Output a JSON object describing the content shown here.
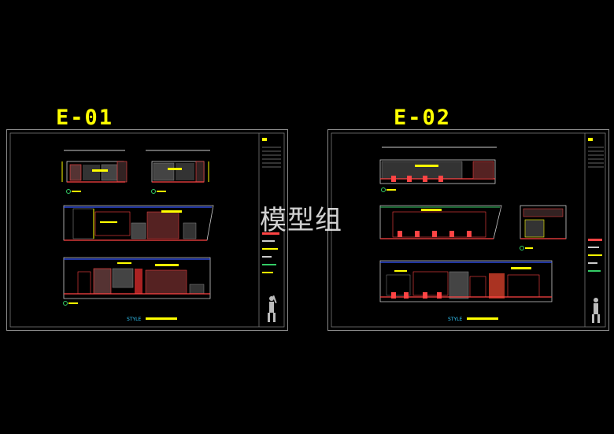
{
  "sheets": [
    {
      "id": "sheet-e01",
      "label": "E-01",
      "brand": "STYLE"
    },
    {
      "id": "sheet-e02",
      "label": "E-02",
      "brand": "STYLE"
    }
  ],
  "watermark": "模型组",
  "colors": {
    "background": "#000000",
    "label": "#ffff00",
    "frame": "#8a8a8a",
    "red": "#ff2a2a",
    "blue": "#3355ff",
    "green": "#33cc66",
    "cyan": "#33ccff"
  }
}
